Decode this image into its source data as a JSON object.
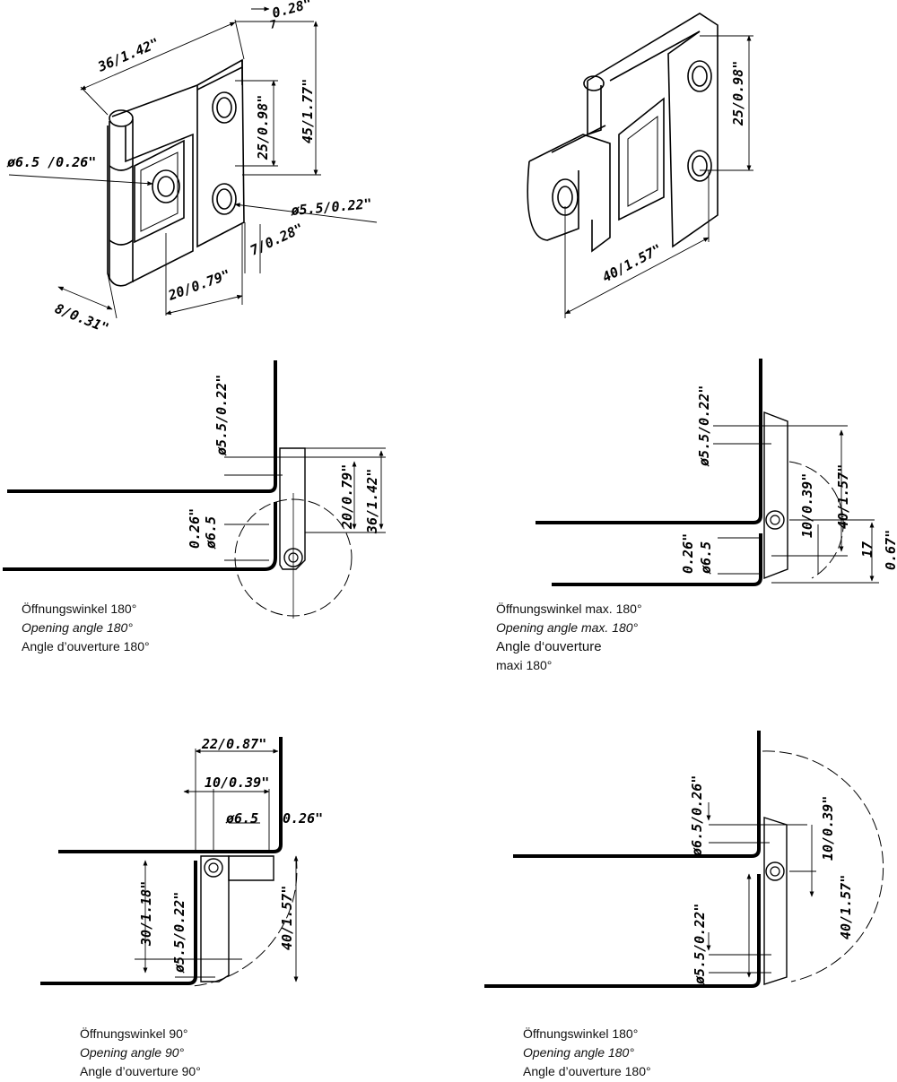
{
  "captions": {
    "tl": [
      "Öffnungswinkel 180°",
      "Opening angle 180°",
      "Angle d’ouverture 180°"
    ],
    "tr": [
      "Öffnungswinkel max. 180°",
      "Opening angle max. 180°",
      "Angle d‘ouverture",
      "maxi 180°"
    ],
    "bl": [
      "Öffnungswinkel 90°",
      "Opening angle 90°",
      "Angle d’ouverture 90°"
    ],
    "br": [
      "Öffnungswinkel 180°",
      "Opening angle 180°",
      "Angle d’ouverture 180°"
    ]
  },
  "iso_left": {
    "width": "36/1.42\"",
    "thickness": "0.28\"",
    "thickness_mm": "7",
    "height": "45/1.77\"",
    "hole_spacing": "25/0.98\"",
    "hole_large": "ø6.5 /0.26\"",
    "hole_small": "ø5.5/0.22\"",
    "offset": "7/0.28\"",
    "leaf_width": "20/0.79\"",
    "knuckle": "8/0.31\""
  },
  "iso_right": {
    "hole_spacing": "25/0.98\"",
    "length": "40/1.57\""
  },
  "sec_tl": {
    "hole_small": "ø5.5/0.22\"",
    "hole_large_in": "0.26\"",
    "hole_large_mm": "ø6.5",
    "dim_a": "20/0.79\"",
    "dim_b": "36/1.42\""
  },
  "sec_tr": {
    "hole_small": "ø5.5/0.22\"",
    "hole_large_in": "0.26\"",
    "hole_large_mm": "ø6.5",
    "dim_a": "10/0.39\"",
    "dim_b": "40/1.57\"",
    "dim_c": "17",
    "dim_d": "0.67\""
  },
  "sec_bl": {
    "top_width": "22/0.87\"",
    "offset": "10/0.39\"",
    "hole_large": "ø6.5",
    "hole_large_in": "0.26\"",
    "length_a": "30/1.18\"",
    "hole_small": "ø5.5/0.22\"",
    "length_b": "40/1.57\""
  },
  "sec_br": {
    "hole_large": "ø6.5/0.26\"",
    "offset": "10/0.39\"",
    "length": "40/1.57\"",
    "hole_small": "ø5.5/0.22\""
  }
}
